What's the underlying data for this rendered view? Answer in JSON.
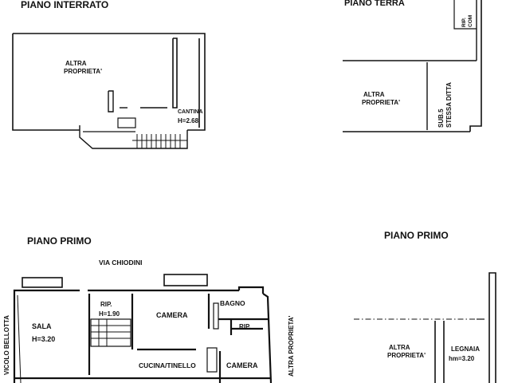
{
  "basement": {
    "title": "PIANO INTERRATO",
    "other_property": "ALTRA\nPROPRIETA'",
    "cellar_name": "CANTINA",
    "cellar_height": "H=2.68"
  },
  "ground": {
    "title": "PIANO TERRA",
    "other_property": "ALTRA\nPROPRIETA'",
    "sub": "SUB.5\nSTESSA DITTA",
    "corner_label": "RIP.\nCOM"
  },
  "first_left": {
    "title": "PIANO PRIMO",
    "street_top": "VIA CHIODINI",
    "street_left": "VICOLO BELLOTTA",
    "right_side": "ALTRA PROPRIETA'",
    "rooms": {
      "sala": "SALA",
      "sala_h": "H=3.20",
      "rip": "RIP.",
      "rip_h": "H=1.90",
      "camera1": "CAMERA",
      "bagno": "BAGNO",
      "rip2": "RIP.",
      "cucina": "CUCINA/TINELLO",
      "camera2": "CAMERA"
    }
  },
  "first_right": {
    "title": "PIANO PRIMO",
    "other_property": "ALTRA\nPROPRIETA'",
    "legnaia": "LEGNAIA",
    "legnaia_h": "hm=3.20"
  }
}
